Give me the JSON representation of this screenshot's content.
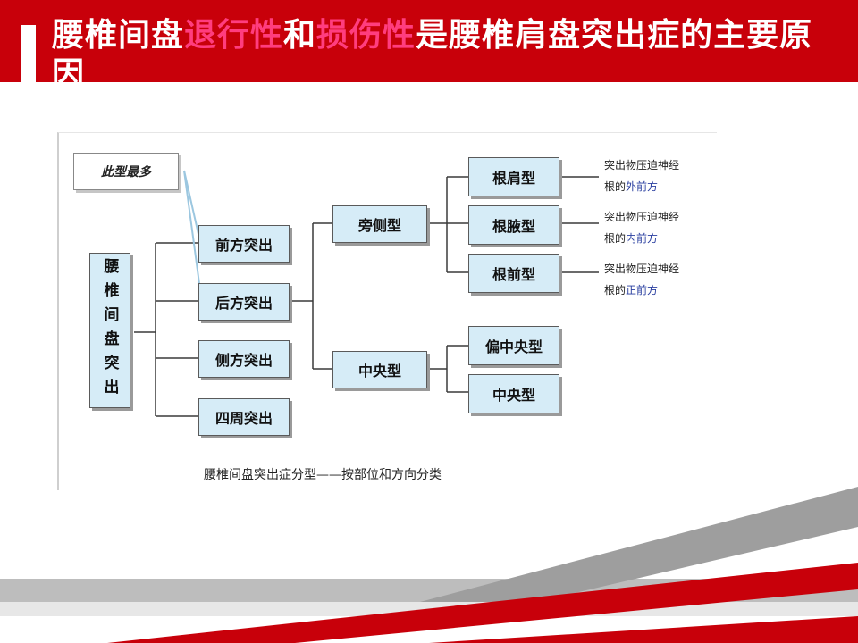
{
  "header": {
    "title_part1": "腰椎间盘",
    "title_hl1": "退行性",
    "title_part2": "和",
    "title_hl2": "损伤性",
    "title_part3": "是腰椎肩盘突出症的主要原因",
    "colors": {
      "bar": "#c8000a",
      "highlight": "#ff3d7f",
      "text": "#ffffff"
    }
  },
  "diagram": {
    "note": "此型最多",
    "root": "腰椎间盘突出",
    "level1": [
      "前方突出",
      "后方突出",
      "侧方突出",
      "四周突出"
    ],
    "level2": [
      "旁侧型",
      "中央型"
    ],
    "level3_side": [
      "根肩型",
      "根腋型",
      "根前型"
    ],
    "level3_center": [
      "偏中央型",
      "中央型"
    ],
    "descriptions": [
      {
        "line1": "突出物压迫神经",
        "prefix": "根的",
        "pos": "外前方"
      },
      {
        "line1": "突出物压迫神经",
        "prefix": "根的",
        "pos": "内前方"
      },
      {
        "line1": "突出物压迫神经",
        "prefix": "根的",
        "pos": "正前方"
      }
    ],
    "caption": "腰椎间盘突出症分型——按部位和方向分类",
    "colors": {
      "box_fill": "#d6ecf7",
      "box_border": "#5a5a5a",
      "desc_highlight": "#2a3fa0"
    }
  }
}
